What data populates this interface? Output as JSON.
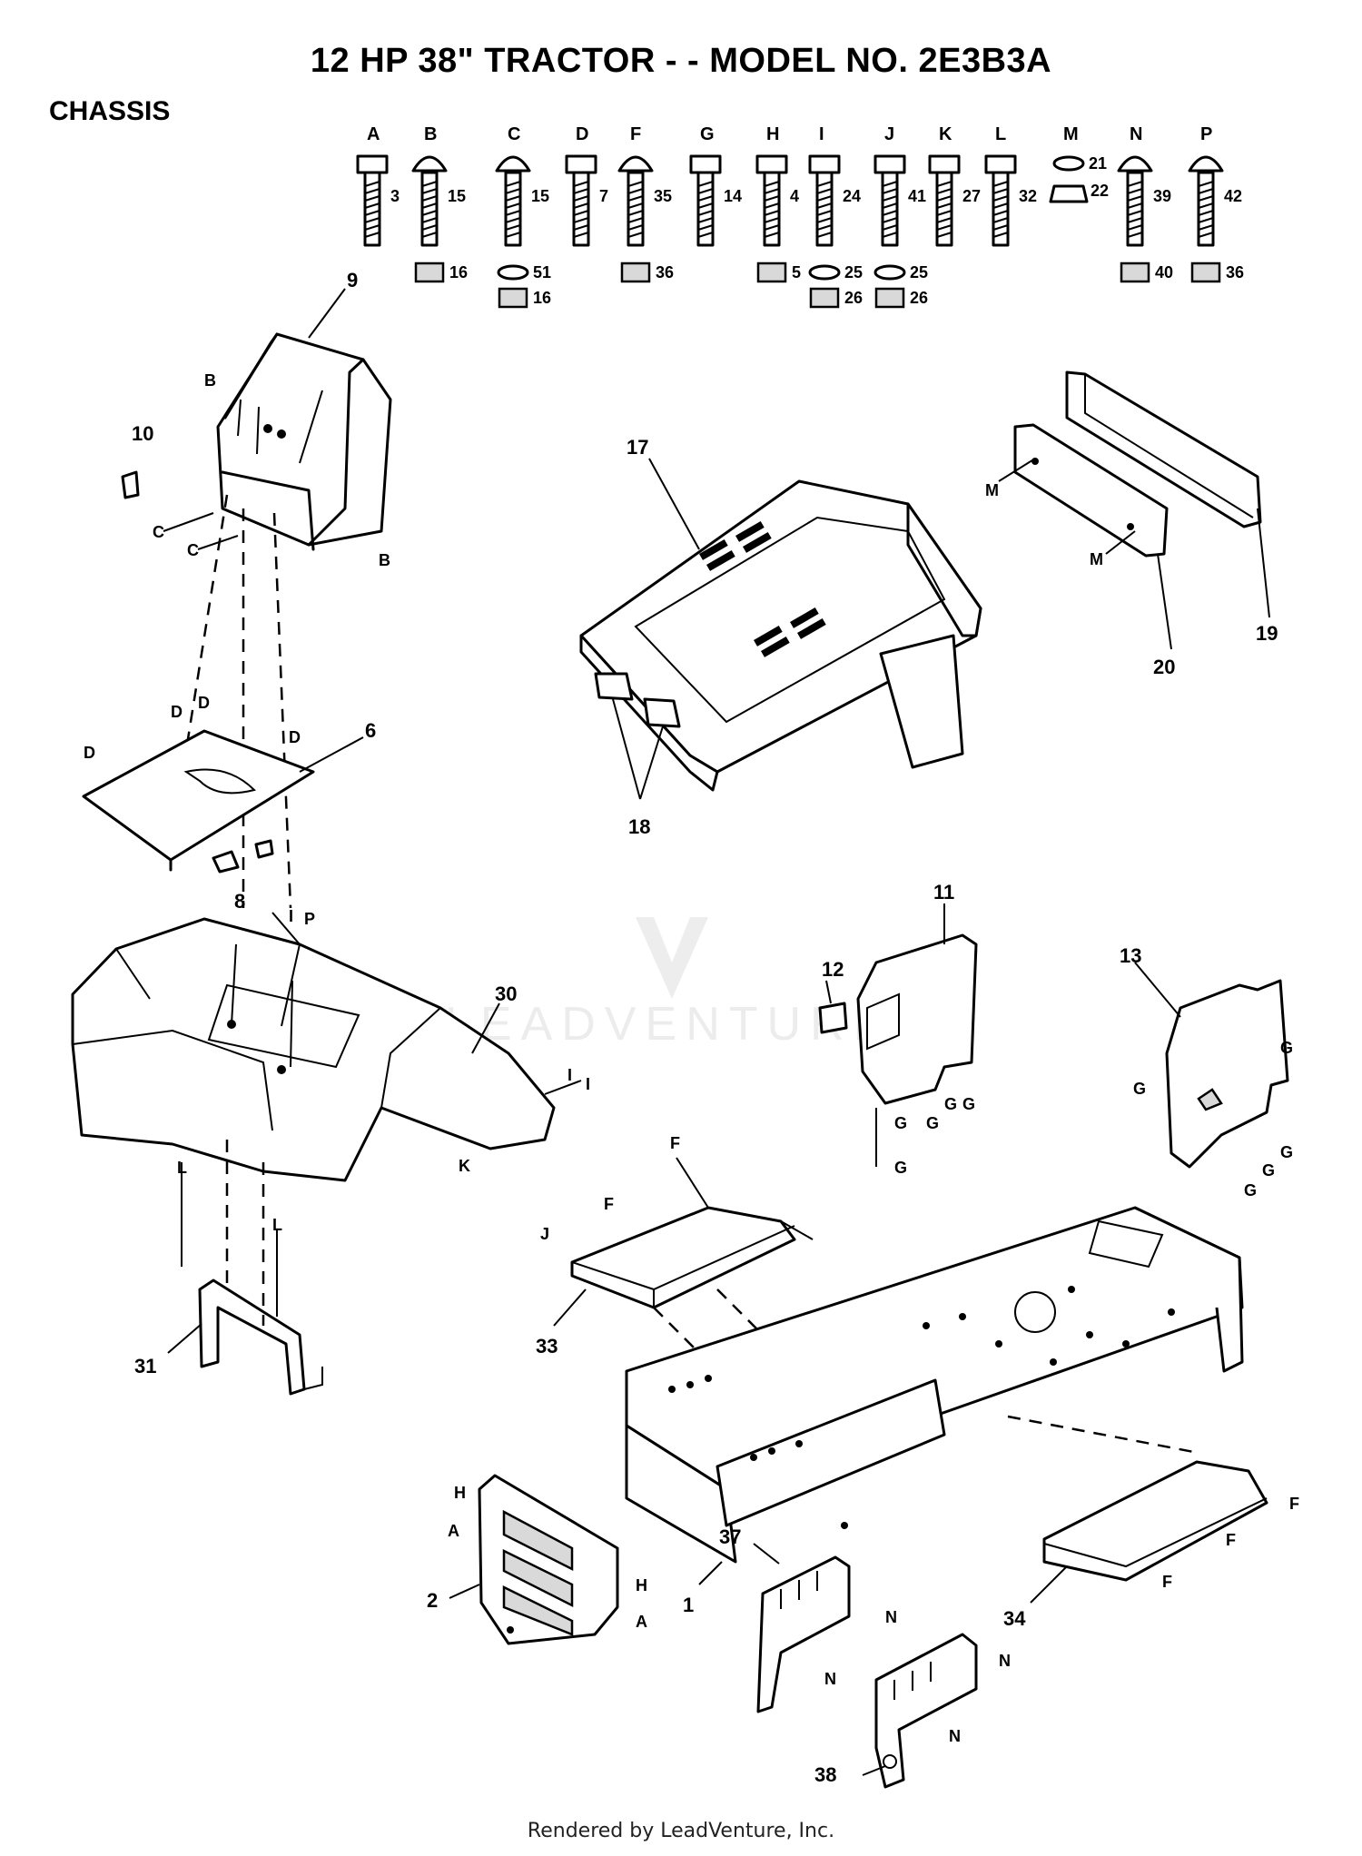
{
  "title": "12 HP 38\" TRACTOR - - MODEL NO.  2E3B3A",
  "section": "CHASSIS",
  "footer": "Rendered by LeadVenture, Inc.",
  "watermark": "LEADVENTURE",
  "hardware": [
    {
      "letter": "A",
      "parts": [
        "3"
      ]
    },
    {
      "letter": "B",
      "parts": [
        "15",
        "16"
      ]
    },
    {
      "letter": "C",
      "parts": [
        "15",
        "51",
        "16"
      ]
    },
    {
      "letter": "D",
      "parts": [
        "7"
      ]
    },
    {
      "letter": "F",
      "parts": [
        "35",
        "36"
      ]
    },
    {
      "letter": "G",
      "parts": [
        "14"
      ]
    },
    {
      "letter": "H",
      "parts": [
        "4",
        "5"
      ]
    },
    {
      "letter": "I",
      "parts": [
        "24",
        "25",
        "26"
      ]
    },
    {
      "letter": "J",
      "parts": [
        "41",
        "25",
        "26"
      ]
    },
    {
      "letter": "K",
      "parts": [
        "27"
      ]
    },
    {
      "letter": "L",
      "parts": [
        "32"
      ]
    },
    {
      "letter": "M",
      "parts": [
        "21",
        "22"
      ]
    },
    {
      "letter": "N",
      "parts": [
        "39",
        "40"
      ]
    },
    {
      "letter": "P",
      "parts": [
        "42",
        "36"
      ]
    }
  ],
  "callouts": {
    "p1": "1",
    "p2": "2",
    "p6": "6",
    "p8": "8",
    "p9": "9",
    "p10": "10",
    "p11": "11",
    "p12": "12",
    "p13": "13",
    "p17": "17",
    "p18": "18",
    "p19": "19",
    "p20": "20",
    "p30": "30",
    "p31": "31",
    "p33": "33",
    "p34": "34",
    "p37": "37",
    "p38": "38"
  },
  "refs": {
    "A": "A",
    "B": "B",
    "C": "C",
    "D": "D",
    "F": "F",
    "G": "G",
    "H": "H",
    "I": "I",
    "J": "J",
    "K": "K",
    "L": "L",
    "M": "M",
    "N": "N",
    "P": "P"
  }
}
